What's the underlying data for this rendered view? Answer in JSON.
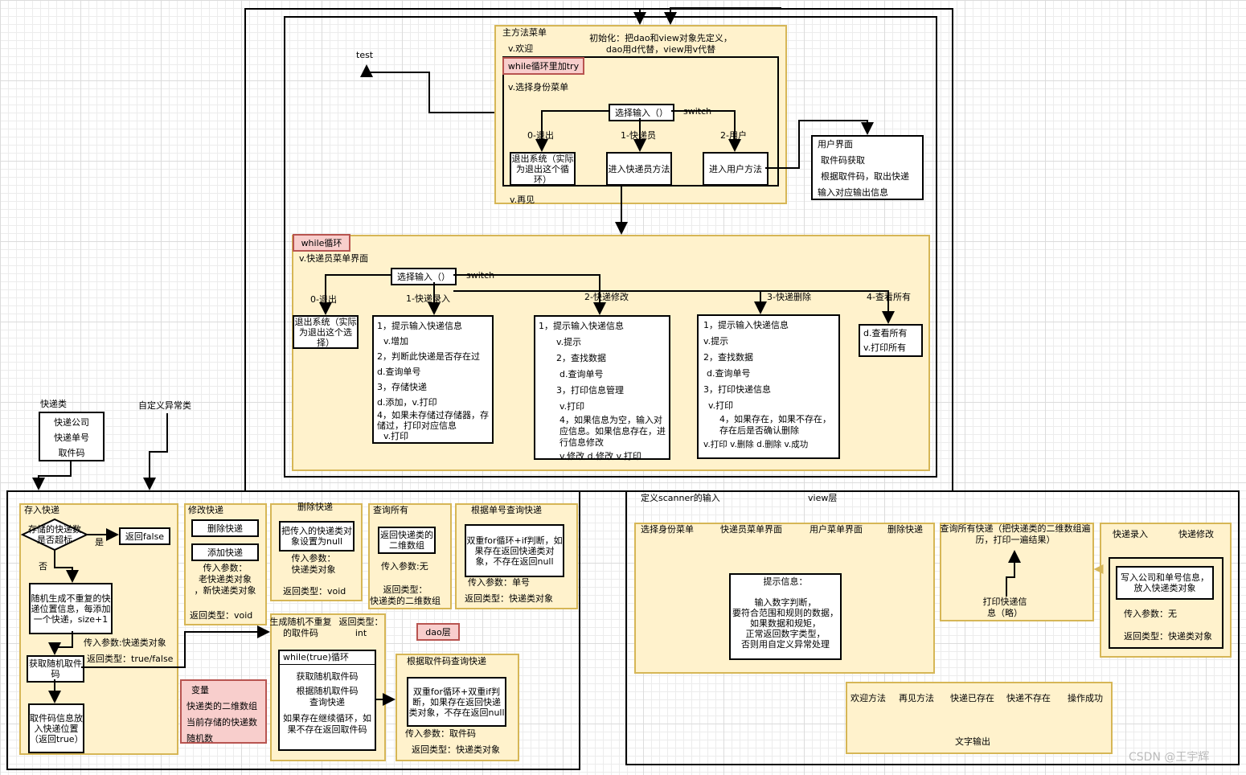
{
  "main_menu": {
    "title": "主方法菜单",
    "welcome": "v.欢迎",
    "init_note": "初始化：把dao和view对象先定义，\ndao用d代替，view用v代替",
    "try_label": "while循环里加try",
    "choose_identity": "v.选择身份菜单",
    "select_input": "选择输入（）",
    "switch": "switch",
    "opt0": "0-退出",
    "opt1": "1-快递员",
    "opt2": "2-用户",
    "exit_box": "退出系统（实际为退出这个循环）",
    "courier_box": "进入快递员方法",
    "user_box": "进入用户方法",
    "goodbye": "v.再见"
  },
  "test_label": "test",
  "user_interface": {
    "title": "用户界面",
    "line1": "取件码获取",
    "line2": "根据取件码，取出快递",
    "line3": "输入对应输出信息"
  },
  "courier": {
    "while_label": "while循环",
    "menu": "v.快递员菜单界面",
    "select_input": "选择输入（）",
    "switch": "switch",
    "opt0": "0-退出",
    "opt1": "1-快递录入",
    "opt2": "2-快递修改",
    "opt3": "3-快递删除",
    "opt4": "4-查看所有",
    "exit_box": "退出系统（实际为退出这个选择）",
    "add_lines": [
      "1，提示输入快递信息",
      "v.增加",
      "2，判断此快递是否存在过",
      "d.查询单号",
      "3，存储快递",
      "d.添加，v.打印",
      "4，如果未存储过存储器，存储过，打印对应信息",
      "v.打印"
    ],
    "modify_lines": [
      "1，提示输入快递信息",
      "v.提示",
      "2，查找数据",
      "d.查询单号",
      "3，打印信息管理",
      "v.打印",
      "4，如果信息为空，输入对应信息。如果信息存在，进行信息修改",
      "v.修改    d.修改    v.打印"
    ],
    "delete_lines": [
      "1，提示输入快递信息",
      "v.提示",
      "2，查找数据",
      "d.查询单号",
      "3，打印快递信息",
      "v.打印",
      "4，如果存在，如果不存在，存在后是否确认删除",
      "v.打印  v.删除 d.删除 v.成功"
    ],
    "view_lines": [
      "d.查看所有",
      "v.打印所有"
    ]
  },
  "express_class": {
    "title": "快递类",
    "fields": [
      "快递公司",
      "快递单号",
      "取件码"
    ]
  },
  "custom_exception": "自定义异常类",
  "dao": {
    "store": {
      "title": "存入快递",
      "decision": "存储的快递数是否超标",
      "yes": "是",
      "no": "否",
      "return_false": "返回false",
      "random": "随机生成不重复的快递位置信息，每添加一个快递，size+1",
      "param": "传入参数:快递类对象",
      "ret": "返回类型：true/false",
      "get_code": "获取随机取件码",
      "put_code": "取件码信息放入快递位置（返回true）"
    },
    "modify": {
      "title": "修改快递",
      "delete": "删除快递",
      "add": "添加快递",
      "param": "传入参数：\n老快递类对象\n，新快递类对象",
      "ret": "返回类型：void"
    },
    "delete": {
      "title": "删除快递",
      "box": "把传入的快递类对象设置为null",
      "param": "传入参数：\n快递类对象",
      "ret": "返回类型：void"
    },
    "query_all": {
      "title": "查询所有",
      "box": "返回快递类的二维数组",
      "param": "传入参数:无",
      "ret": "返回类型：\n快递类的二维数组"
    },
    "query_no": {
      "title": "根据单号查询快递",
      "box": "双重for循环+if判断，如果存在返回快递类对象，不存在返回null",
      "param": "传入参数：单号",
      "ret": "返回类型：快递类对象"
    },
    "gen_code": {
      "title": "生成随机不重复的取件码",
      "ret": "返回类型：\nint",
      "while": "while(true)循环",
      "l1": "获取随机取件码",
      "l2": "根据随机取件码查询快递",
      "l3": "如果存在继续循环，如果不存在返回取件码"
    },
    "query_code": {
      "title": "根据取件码查询快递",
      "box": "双重for循环+双重if判断，如果存在返回快递类对象，不存在返回null",
      "param": "传入参数：取件码",
      "ret": "返回类型：快递类对象"
    },
    "vars": {
      "title": "变量",
      "l1": "快递类的二维数组",
      "l2": "当前存储的快递数",
      "l3": "随机数"
    },
    "label": "dao层"
  },
  "view": {
    "scanner": "定义scanner的输入",
    "label": "view层",
    "menus": [
      "选择身份菜单",
      "快递员菜单界面",
      "用户菜单界面",
      "删除快递"
    ],
    "prompt": "提示信息：\n\n输入数字判断，\n要符合范围和规则的数据，\n如果数据和规矩，\n正常返回数字类型，\n否则用自定义异常处理",
    "query_all": "查询所有快递（把快递类的二维数组遍历，打印一遍结果）",
    "print_info": "打印快递信\n息（略）",
    "entry": "快递录入",
    "modify": "快递修改",
    "write": "写入公司和单号信息，放入快递类对象",
    "param": "传入参数：无",
    "ret": "返回类型：快递类对象",
    "texts": [
      "欢迎方法",
      "再见方法",
      "快递已存在",
      "快递不存在",
      "操作成功"
    ],
    "text_out": "文字输出"
  },
  "watermark": "CSDN @王宇辉"
}
